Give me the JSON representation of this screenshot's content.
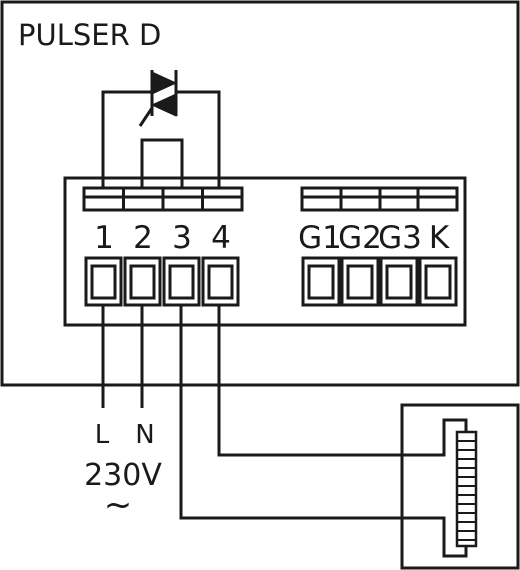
{
  "device": {
    "title": "PULSER D",
    "terminals_left": [
      "1",
      "2",
      "3",
      "4"
    ],
    "terminals_right": [
      "G1",
      "G2",
      "G3",
      "K"
    ]
  },
  "supply": {
    "line": "L",
    "neutral": "N",
    "voltage": "230V",
    "ac_symbol": "~"
  },
  "colors": {
    "stroke": "#1a1a1a",
    "background": "#ffffff"
  }
}
